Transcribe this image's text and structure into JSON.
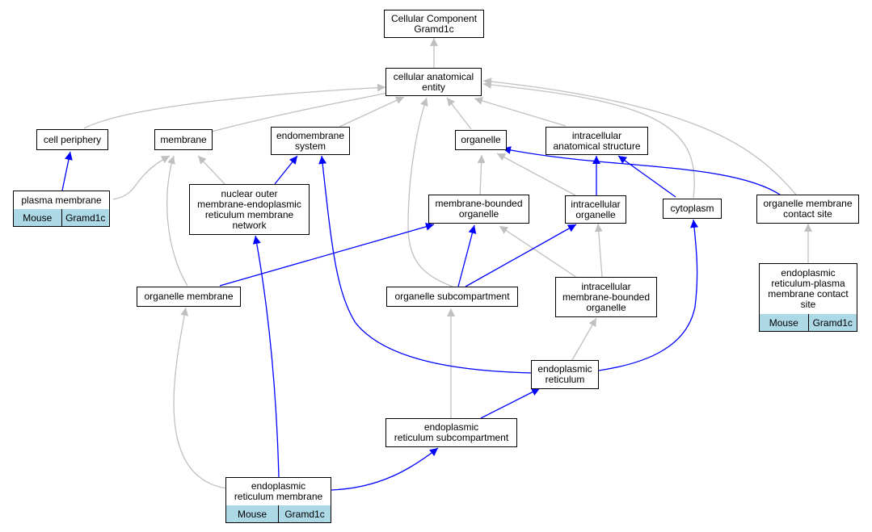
{
  "diagram": {
    "nodes": {
      "root": [
        "Cellular Component",
        "Gramd1c"
      ],
      "cae": [
        "cellular anatomical",
        "entity"
      ],
      "cellper": [
        "cell periphery"
      ],
      "membrane": [
        "membrane"
      ],
      "endomem": [
        "endomembrane",
        "system"
      ],
      "organelle": [
        "organelle"
      ],
      "intracell_struct": [
        "intracellular",
        "anatomical structure"
      ],
      "plasma": [
        "plasma membrane"
      ],
      "nuclear": [
        "nuclear outer",
        "membrane-endoplasmic",
        "reticulum membrane",
        "network"
      ],
      "mbo": [
        "membrane-bounded",
        "organelle"
      ],
      "intra_org": [
        "intracellular",
        "organelle"
      ],
      "cytoplasm": [
        "cytoplasm"
      ],
      "omcs": [
        "organelle membrane",
        "contact site"
      ],
      "org_mem": [
        "organelle membrane"
      ],
      "org_sub": [
        "organelle subcompartment"
      ],
      "imbo": [
        "intracellular",
        "membrane-bounded",
        "organelle"
      ],
      "erpm": [
        "endoplasmic",
        "reticulum-plasma",
        "membrane contact",
        "site"
      ],
      "er": [
        "endoplasmic",
        "reticulum"
      ],
      "er_sub": [
        "endoplasmic",
        "reticulum subcompartment"
      ],
      "er_mem": [
        "endoplasmic",
        "reticulum membrane"
      ]
    },
    "annotations": {
      "plasma": [
        "Mouse",
        "Gramd1c"
      ],
      "erpm": [
        "Mouse",
        "Gramd1c"
      ],
      "er_mem": [
        "Mouse",
        "Gramd1c"
      ]
    },
    "colors": {
      "gray_edge": "#c0c0c0",
      "blue_edge": "#0000ff",
      "annotation_fill": "#add8e6"
    }
  }
}
